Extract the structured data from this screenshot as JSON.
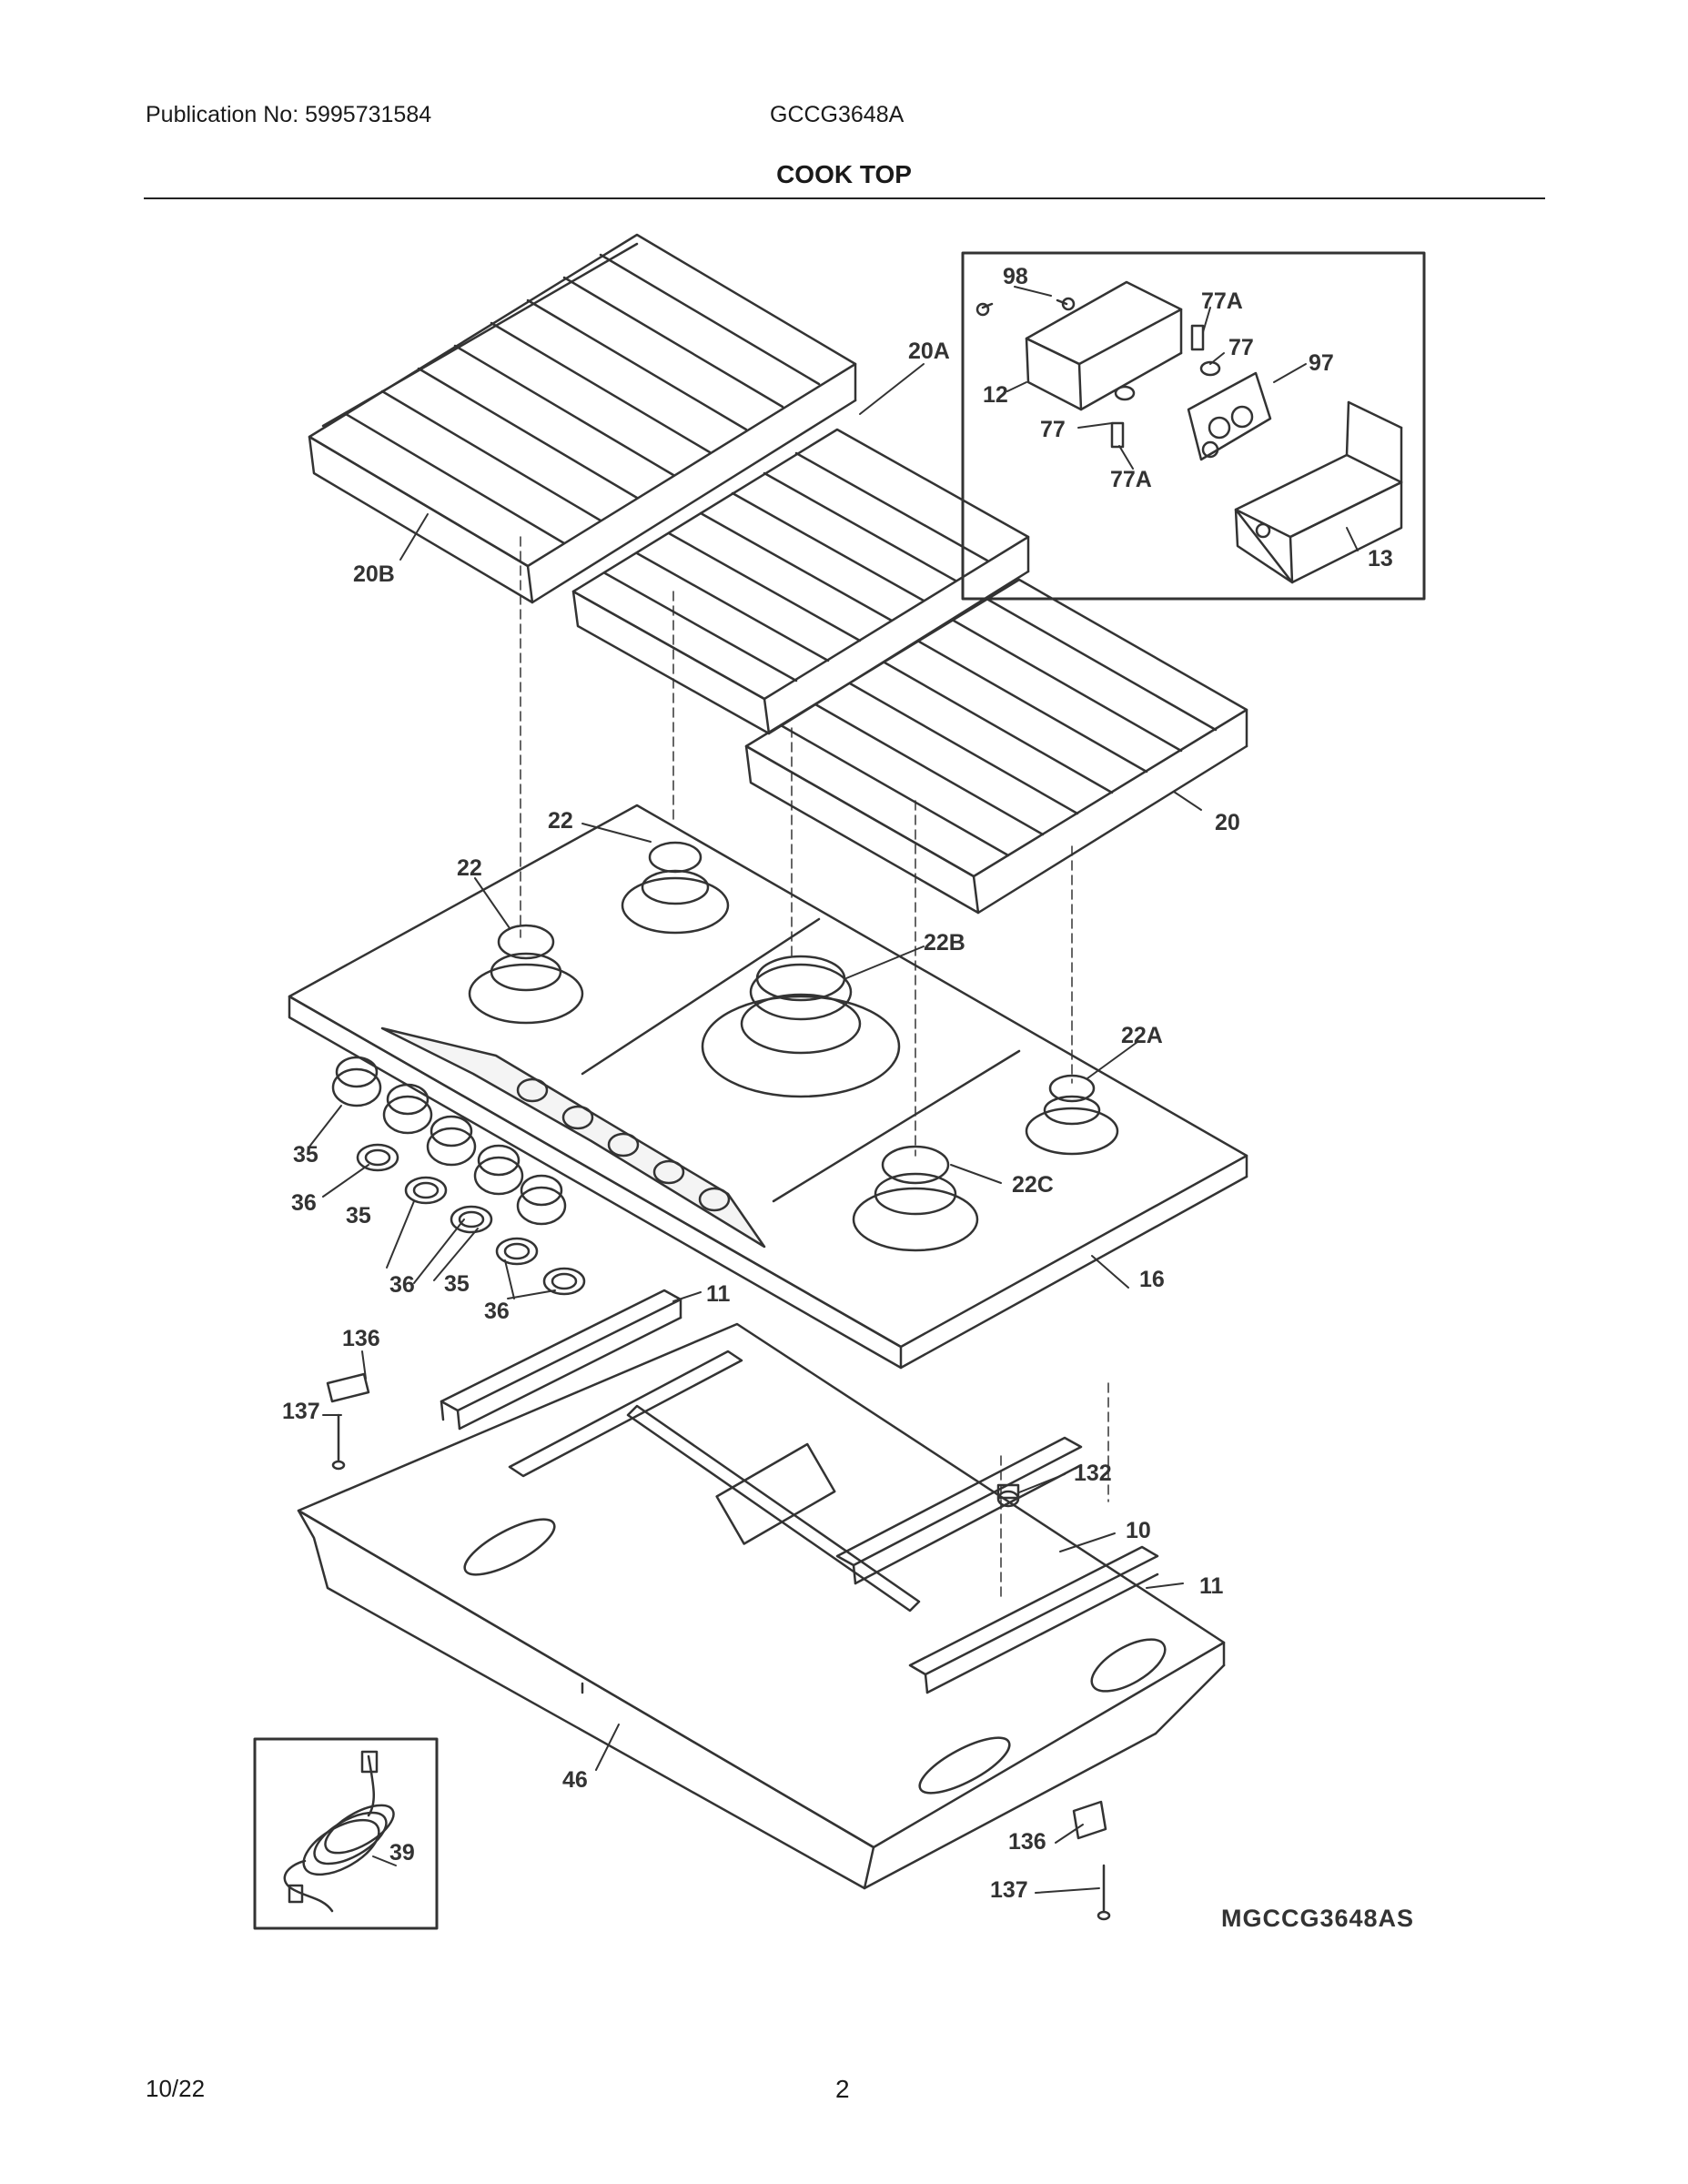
{
  "header": {
    "publication": "Publication No: 5995731584",
    "model": "GCCG3648A",
    "title": "COOK TOP"
  },
  "callouts": {
    "c98": "98",
    "c77A_top": "77A",
    "c77_top": "77",
    "c97": "97",
    "c12": "12",
    "c77_mid": "77",
    "c77A_bot": "77A",
    "c13": "13",
    "c20A": "20A",
    "c20B": "20B",
    "c20": "20",
    "c22_top": "22",
    "c22_left": "22",
    "c22B": "22B",
    "c22A": "22A",
    "c22C": "22C",
    "c35_a": "35",
    "c36_a": "36",
    "c35_b": "35",
    "c36_b": "36",
    "c35_c": "35",
    "c36_c": "36",
    "c16": "16",
    "c11_top": "11",
    "c136_top": "136",
    "c137_top": "137",
    "c132": "132",
    "c10": "10",
    "c11_right": "11",
    "c46": "46",
    "c39": "39",
    "c136_bot": "136",
    "c137_bot": "137"
  },
  "diagram_code": "MGCCG3648AS",
  "footer": {
    "date": "10/22",
    "page": "2"
  }
}
